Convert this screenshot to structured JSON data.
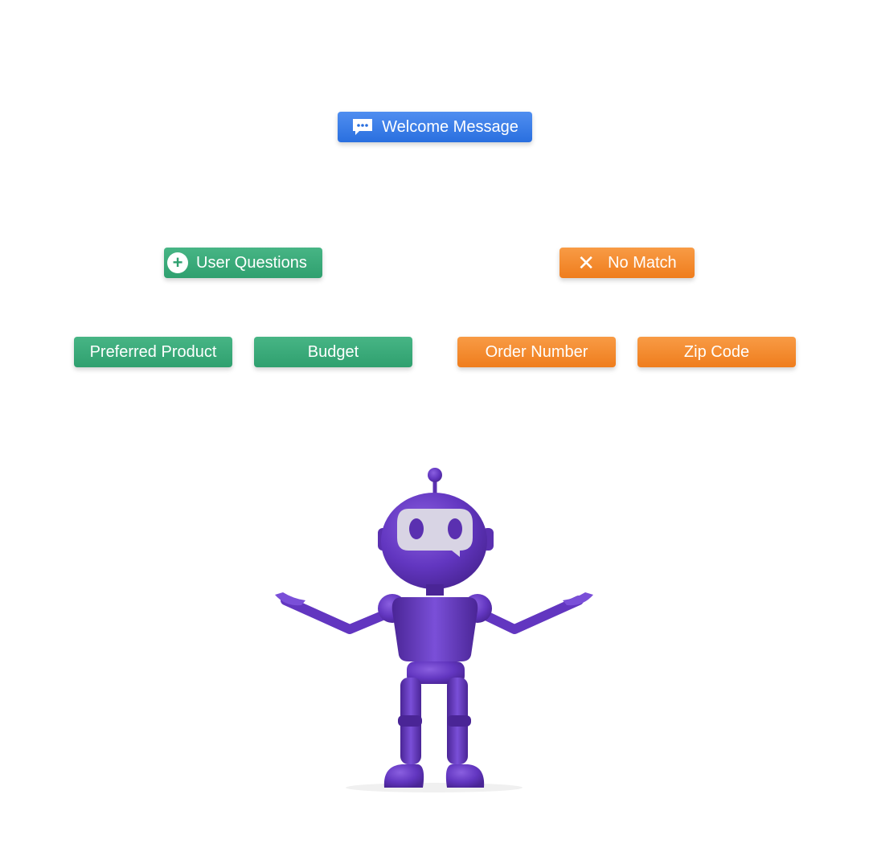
{
  "nodes": {
    "welcome": {
      "label": "Welcome Message",
      "icon": "chat-bubble-icon",
      "color": "#2a6fdf"
    },
    "user_questions": {
      "label": "User Questions",
      "icon": "plus-circle-icon",
      "color": "#2fa06f"
    },
    "no_match": {
      "label": "No Match",
      "icon": "close-icon",
      "color": "#ef7d1d"
    },
    "preferred_product": {
      "label": "Preferred Product",
      "color": "#2fa06f"
    },
    "budget": {
      "label": "Budget",
      "color": "#2fa06f"
    },
    "order_number": {
      "label": "Order Number",
      "color": "#ef7d1d"
    },
    "zip_code": {
      "label": "Zip Code",
      "color": "#ef7d1d"
    }
  },
  "mascot": {
    "icon": "robot-mascot",
    "color": "#6a3fc0"
  }
}
